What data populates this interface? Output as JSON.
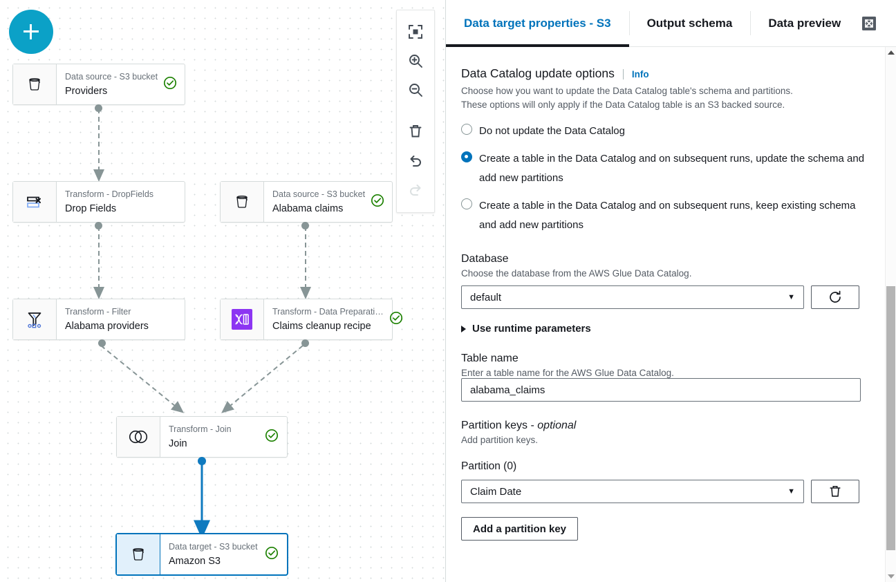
{
  "canvas": {
    "add_button": "+",
    "toolbar": [
      {
        "name": "fit-to-screen-icon",
        "label": "Fit to screen",
        "disabled": false
      },
      {
        "name": "zoom-in-icon",
        "label": "Zoom in",
        "disabled": false
      },
      {
        "name": "zoom-out-icon",
        "label": "Zoom out",
        "disabled": false
      },
      {
        "name": "trash-icon",
        "label": "Delete",
        "disabled": false
      },
      {
        "name": "undo-icon",
        "label": "Undo",
        "disabled": false
      },
      {
        "name": "redo-icon",
        "label": "Redo",
        "disabled": true
      }
    ],
    "nodes": [
      {
        "type": "Data source - S3 bucket",
        "name": "Providers",
        "icon": "s3-bucket-icon",
        "status": "ok",
        "selected": false
      },
      {
        "type": "Transform - DropFields",
        "name": "Drop Fields",
        "icon": "drop-fields-icon",
        "status": "none",
        "selected": false
      },
      {
        "type": "Data source - S3 bucket",
        "name": "Alabama claims",
        "icon": "s3-bucket-icon",
        "status": "ok",
        "selected": false
      },
      {
        "type": "Transform - Filter",
        "name": "Alabama providers",
        "icon": "filter-icon",
        "status": "none",
        "selected": false
      },
      {
        "type": "Transform - Data Preparati…",
        "name": "Claims cleanup recipe",
        "icon": "databrew-recipe-icon",
        "status": "ok",
        "selected": false
      },
      {
        "type": "Transform - Join",
        "name": "Join",
        "icon": "join-icon",
        "status": "ok",
        "selected": false
      },
      {
        "type": "Data target - S3 bucket",
        "name": "Amazon S3",
        "icon": "s3-bucket-icon",
        "status": "ok",
        "selected": true
      }
    ]
  },
  "panel": {
    "tabs": [
      {
        "label": "Data target properties - S3",
        "active": true
      },
      {
        "label": "Output schema",
        "active": false
      },
      {
        "label": "Data preview",
        "active": false
      }
    ],
    "expand_icon": "expand-collapse-icon",
    "catalog_section": {
      "title": "Data Catalog update options",
      "info_label": "Info",
      "description_line1": "Choose how you want to update the Data Catalog table's schema and partitions.",
      "description_line2": "These options will only apply if the Data Catalog table is an S3 backed source.",
      "options": [
        {
          "label": "Do not update the Data Catalog",
          "selected": false
        },
        {
          "label": "Create a table in the Data Catalog and on subsequent runs, update the schema and add new partitions",
          "selected": true
        },
        {
          "label": "Create a table in the Data Catalog and on subsequent runs, keep existing schema and add new partitions",
          "selected": false
        }
      ]
    },
    "database": {
      "label": "Database",
      "description": "Choose the database from the AWS Glue Data Catalog.",
      "value": "default",
      "refresh_icon": "refresh-icon"
    },
    "runtime_parameters": {
      "label": "Use runtime parameters",
      "expanded": false
    },
    "table_name": {
      "label": "Table name",
      "description": "Enter a table name for the AWS Glue Data Catalog.",
      "value": "alabama_claims"
    },
    "partition_keys": {
      "label": "Partition keys - ",
      "label_optional": "optional",
      "description": "Add partition keys.",
      "partition_label": "Partition (0)",
      "partition_value": "Claim Date",
      "delete_icon": "trash-icon",
      "add_button": "Add a partition key"
    }
  },
  "colors": {
    "accent_blue": "#0073bb",
    "add_button": "#0ba1c7",
    "status_ok_green": "#1d8102",
    "selected_fill": "#e1f0fb",
    "edge_active": "#0f7abf",
    "edge_dashed": "#879596"
  }
}
